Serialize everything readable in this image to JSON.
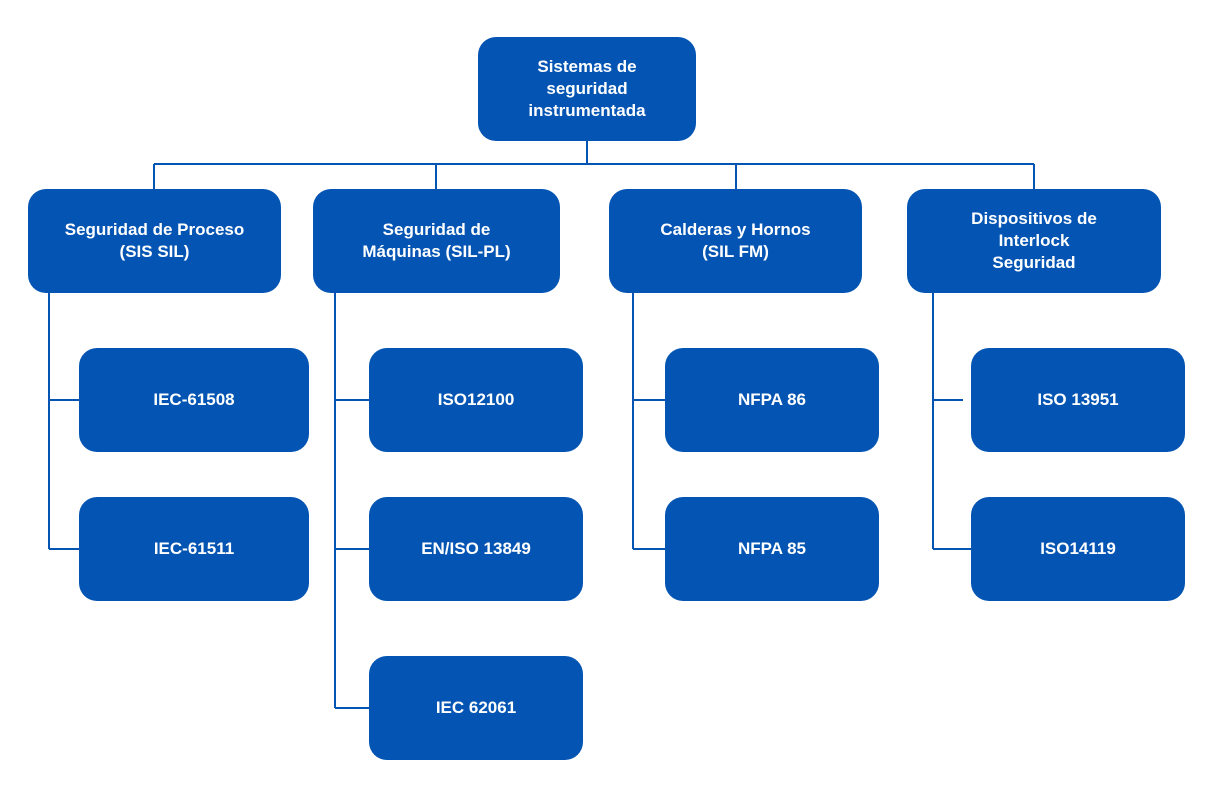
{
  "colors": {
    "node_fill": "#0455b3",
    "connector": "#0455b3",
    "text": "#ffffff",
    "background": "#ffffff"
  },
  "root": {
    "label": "Sistemas de\nseguridad\ninstrumentada"
  },
  "categories": [
    {
      "label": "Seguridad de Proceso\n(SIS SIL)",
      "children": [
        "IEC-61508",
        "IEC-61511"
      ]
    },
    {
      "label": "Seguridad de\nMáquinas (SIL-PL)",
      "children": [
        "ISO12100",
        "EN/ISO 13849",
        "IEC 62061"
      ]
    },
    {
      "label": "Calderas y Hornos\n(SIL FM)",
      "children": [
        "NFPA 86",
        "NFPA 85"
      ]
    },
    {
      "label": "Dispositivos de\nInterlock\nSeguridad",
      "children": [
        "ISO 13951",
        "ISO14119"
      ]
    }
  ]
}
